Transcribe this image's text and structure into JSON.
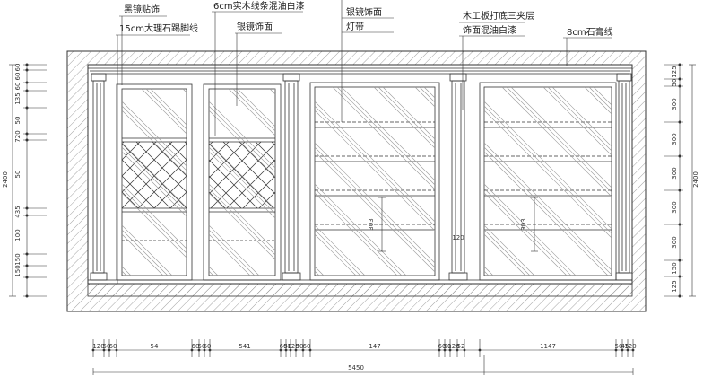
{
  "labels": {
    "black_mirror": "黑镜贴饰",
    "marble_skirting": "15cm大理石踢脚线",
    "wood_strip": "6cm实木线条混油白漆",
    "silver_mirror_1": "银镜饰面",
    "silver_mirror_2": "银镜饰面",
    "light_strip": "灯带",
    "plywood_line1": "木工板打底三夹层",
    "plywood_line2": "饰面混油白漆",
    "gypsum_line": "8cm石膏线"
  },
  "dims_left": [
    "60",
    "60",
    "60",
    "135",
    "50",
    "720",
    "50",
    "435",
    "100",
    "150",
    "150"
  ],
  "dims_left_total": "2400",
  "dims_right": [
    "125",
    "50",
    "300",
    "300",
    "300",
    "300",
    "300",
    "150",
    "125"
  ],
  "dims_right_total": "2400",
  "dims_inner": {
    "shelf_left": "303",
    "shelf_right": "303",
    "gap": "120"
  },
  "dims_bottom": [
    "120",
    "50",
    "60",
    "54",
    "60",
    "50",
    "60",
    "541",
    "60",
    "50",
    "120",
    "50",
    "60",
    "147",
    "60",
    "50",
    "120",
    "52",
    "1147",
    "50",
    "45",
    "120"
  ],
  "dims_bottom_total": "5450",
  "colors": {
    "line": "#333333",
    "hatch": "#999999",
    "mirror": "#9a9a9a"
  }
}
